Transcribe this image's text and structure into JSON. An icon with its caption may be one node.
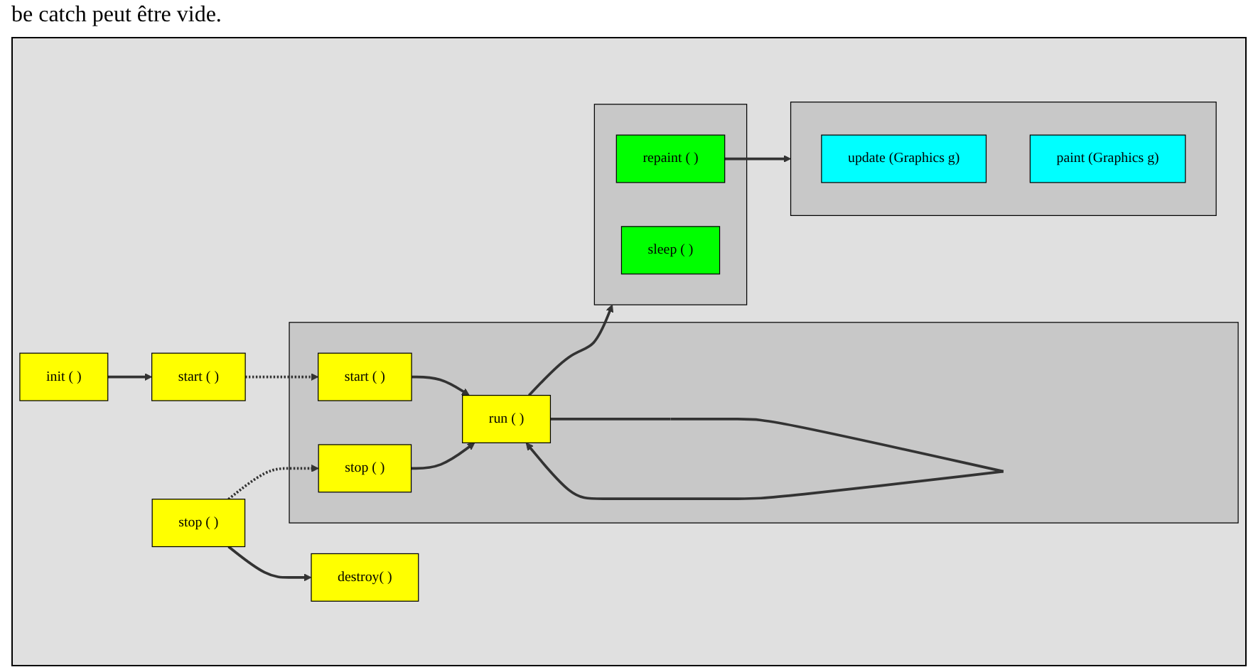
{
  "diagram": {
    "nodes": [
      {
        "text": [
          "init ( )"
        ]
      },
      {
        "text": [
          "start ( )"
        ]
      },
      {
        "text": [],
        "shape": "box"
      },
      {
        "text": [
          "start ( )"
        ],
        "in": 2
      },
      {
        "text": [
          "run ( )"
        ],
        "in": 2
      },
      {
        "text": [
          "stop ( )"
        ],
        "in": 2
      },
      {
        "text": [],
        "shape": "box"
      },
      {
        "text": [
          "repaint ( )"
        ],
        "in": 6
      },
      {
        "text": [
          "sleep ( )"
        ],
        "in": 6
      },
      {
        "text": [],
        "shape": "box"
      },
      {
        "text": [
          "update (Graphics g)"
        ],
        "in": 9
      },
      {
        "text": [
          "paint (Graphics g)"
        ],
        "in": 9
      },
      {
        "text": [
          "stop ( )"
        ]
      },
      {
        "text": [
          "destroy( )"
        ]
      }
    ],
    "edges": [
      {
        "from": 0,
        "to": 1,
        "arrow": "to"
      },
      {
        "from": 1,
        "to": 3,
        "arrow": "to",
        "style": "dashed"
      },
      {
        "from": 3,
        "to": 4,
        "arrow": "to"
      },
      {
        "from": 4,
        "to": 4,
        "arrow": "to"
      },
      {
        "from": 5,
        "to": 4,
        "arrow": "to"
      },
      {
        "from": 4,
        "to": 6,
        "arrow": "to"
      },
      {
        "from": 7,
        "to": 9,
        "arrow": "to"
      },
      {
        "from": 12,
        "to": 5,
        "arrow": "to",
        "style": "dashed"
      },
      {
        "from": 12,
        "to": 13,
        "arrow": "to"
      }
    ],
    "labels": [
      "be catch peut être vide."
    ]
  }
}
